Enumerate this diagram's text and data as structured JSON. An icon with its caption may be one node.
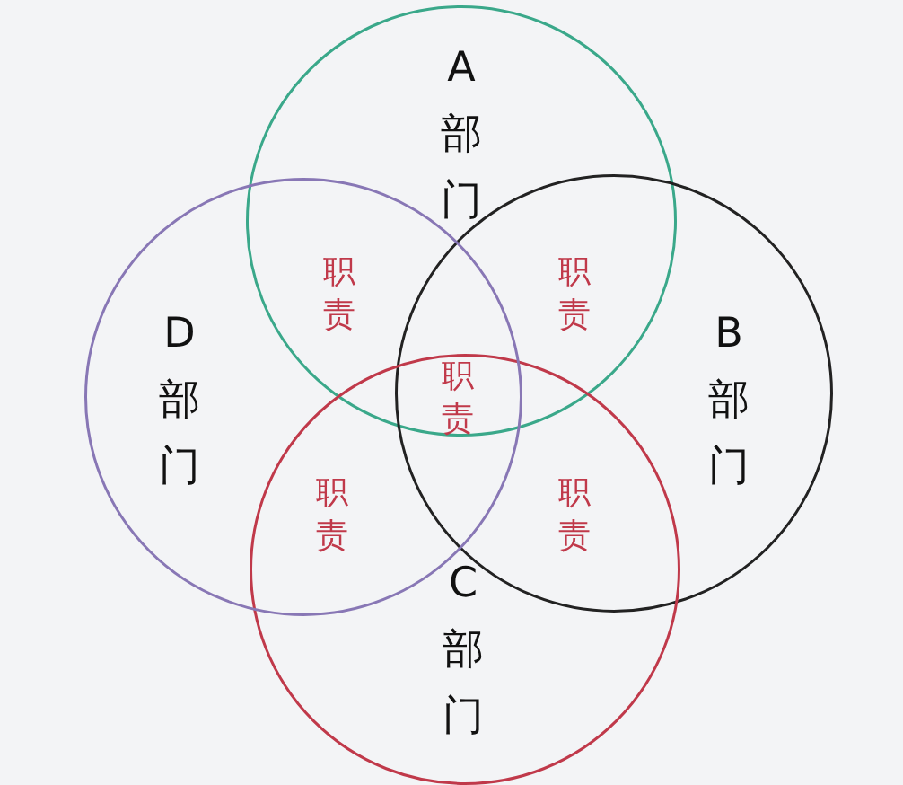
{
  "diagram": {
    "nodes": [
      {
        "text": [
          "A部门"
        ]
      },
      {
        "text": [
          "B部门"
        ]
      },
      {
        "text": [
          "C部门"
        ]
      },
      {
        "text": [
          "D部门"
        ]
      }
    ],
    "edges": [],
    "labels": [
      "职责",
      "职责",
      "职责",
      "职责",
      "职责"
    ]
  }
}
